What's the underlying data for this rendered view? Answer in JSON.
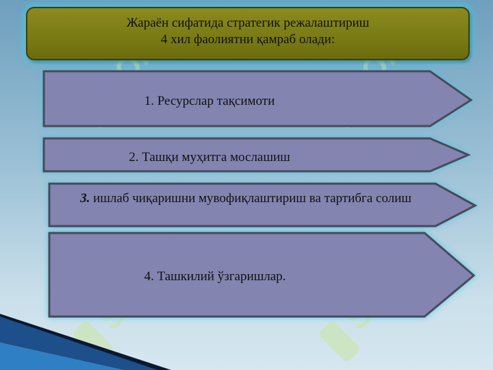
{
  "title": {
    "line1": "Жараён сифатида стратегик режалаштириш",
    "line2": "4 хил фаолиятни қамраб олади:"
  },
  "items": [
    {
      "text": "1. Ресурслар тақсимоти"
    },
    {
      "text": "2. Ташқи муҳитга мослашиш"
    },
    {
      "number": "3.",
      "text": " ишлаб чиқаришни мувофиқлаштириш ва тартибга солиш"
    },
    {
      "text": "4. Ташкилий ўзгаришлар."
    }
  ],
  "watermark": {
    "text": "SOFT"
  },
  "colors": {
    "title_fill": "#7a7a14",
    "arrow_fill": "#8384b0",
    "glow": "#46c8e6",
    "background": "#9cc1d6"
  }
}
